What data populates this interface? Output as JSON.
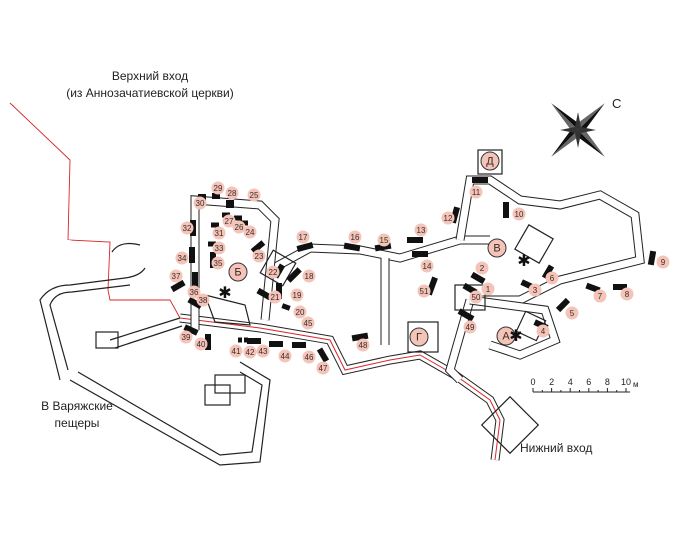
{
  "labels": {
    "upper_entrance_line1": "Верхний вход",
    "upper_entrance_line2": "(из Аннозачатиевской церкви)",
    "varangian_line1": "В Варяжские",
    "varangian_line2": "пещеры",
    "lower_entrance": "Нижний вход",
    "north": "С"
  },
  "scale": {
    "ticks": [
      "0",
      "2",
      "4",
      "6",
      "8",
      "10"
    ],
    "unit": "м"
  },
  "colors": {
    "marker_fill": "#f4c4b8",
    "route": "#d9252a",
    "wall": "#222222",
    "cell": "#111111"
  },
  "churches": [
    {
      "id": "church-a",
      "letter": "А"
    },
    {
      "id": "church-b",
      "letter": "Б"
    },
    {
      "id": "church-v",
      "letter": "В"
    },
    {
      "id": "church-g",
      "letter": "Г"
    },
    {
      "id": "church-d",
      "letter": "Д"
    }
  ],
  "markers": [
    "1",
    "2",
    "3",
    "4",
    "5",
    "6",
    "7",
    "8",
    "9",
    "10",
    "11",
    "12",
    "13",
    "14",
    "15",
    "16",
    "17",
    "18",
    "19",
    "20",
    "21",
    "22",
    "23",
    "24",
    "25",
    "26",
    "27",
    "28",
    "29",
    "30",
    "31",
    "32",
    "33",
    "34",
    "35",
    "36",
    "37",
    "38",
    "39",
    "40",
    "41",
    "42",
    "43",
    "44",
    "45",
    "46",
    "47",
    "48",
    "49",
    "50",
    "51"
  ]
}
